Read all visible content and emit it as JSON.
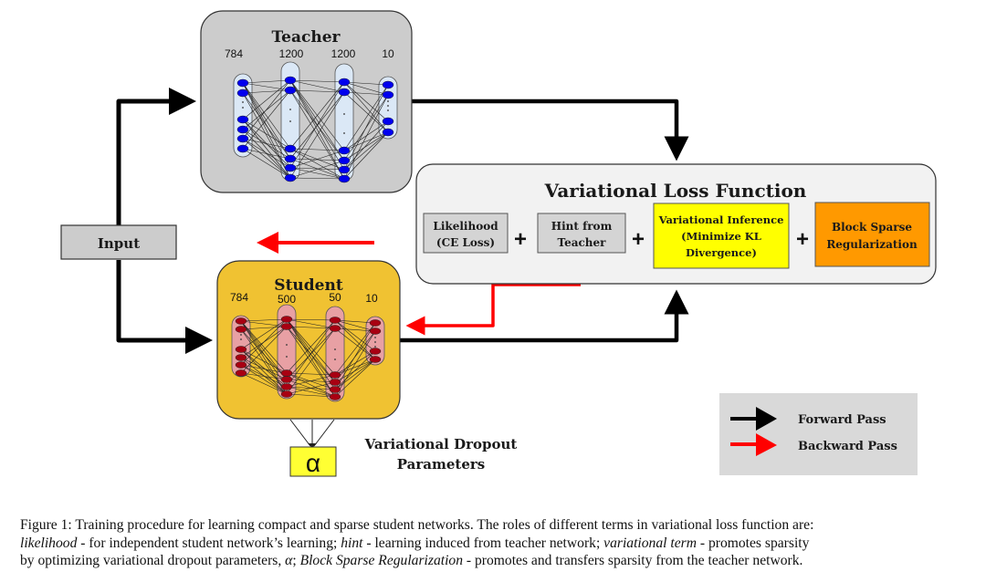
{
  "teacher": {
    "title": "Teacher",
    "layers": [
      "784",
      "1200",
      "1200",
      "10"
    ]
  },
  "student": {
    "title": "Student",
    "layers": [
      "784",
      "500",
      "50",
      "10"
    ]
  },
  "input": {
    "label": "Input"
  },
  "loss": {
    "title": "Variational Loss Function",
    "terms": [
      {
        "line1": "Likelihood",
        "line2": "(CE Loss)",
        "line3": ""
      },
      {
        "line1": "Hint from",
        "line2": "Teacher",
        "line3": ""
      },
      {
        "line1": "Variational Inference",
        "line2": "(Minimize KL",
        "line3": "Divergence)"
      },
      {
        "line1": "Block Sparse",
        "line2": "Regularization",
        "line3": ""
      }
    ],
    "operator": "+"
  },
  "alpha": {
    "symbol": "α",
    "label_line1": "Variational Dropout",
    "label_line2": "Parameters"
  },
  "legend": {
    "forward": "Forward Pass",
    "backward": "Backward Pass"
  },
  "colors": {
    "teacher_box": "#cccccc",
    "student_box": "#f0c232",
    "loss_box": "#f2f2f2",
    "term_gray": "#d4d4d4",
    "term_yellow": "#ffff00",
    "term_orange": "#ff9900",
    "forward_arrow": "#000000",
    "backward_arrow": "#ff0000",
    "teacher_node": "#0000ee",
    "teacher_layer": "#dbe8f6",
    "student_node": "#a80012",
    "student_layer": "#e8a0a4",
    "legend_box": "#d9d9d9"
  },
  "caption": {
    "line1": "Figure 1: Training procedure for learning compact and sparse student networks. The roles of different terms in variational loss function are:",
    "line2_i1": "likelihood",
    "line2_t1": " - for independent student network’s learning; ",
    "line2_i2": "hint",
    "line2_t2": " - learning induced from teacher network; ",
    "line2_i3": "variational term",
    "line2_t3": " - promotes sparsity",
    "line3_t1": "by optimizing variational dropout parameters, ",
    "line3_i1": "α",
    "line3_t2": "; ",
    "line3_i2": "Block Sparse Regularization",
    "line3_t3": " - promotes and transfers sparsity from the teacher network."
  }
}
